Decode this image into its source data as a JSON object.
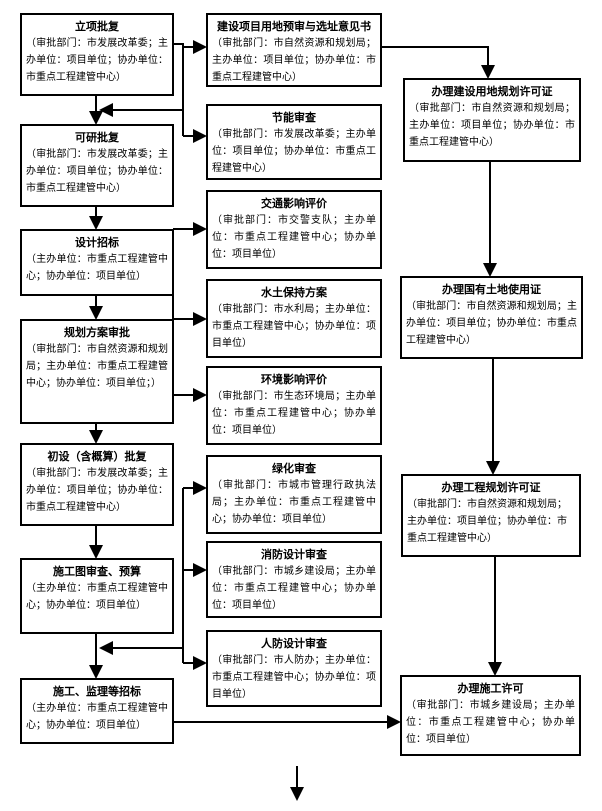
{
  "left_column": [
    {
      "id": "b1",
      "title": "立项批复",
      "desc": "（审批部门：市发展改革委；主办单位：项目单位；协办单位：市重点工程建管中心）"
    },
    {
      "id": "b2",
      "title": "可研批复",
      "desc": "（审批部门：市发展改革委；主办单位：项目单位；协办单位：市重点工程建管中心）"
    },
    {
      "id": "b3",
      "title": "设计招标",
      "desc": "（主办单位：市重点工程建管中心；协办单位：项目单位）"
    },
    {
      "id": "b4",
      "title": "规划方案审批",
      "desc": "（审批部门：市自然资源和规划局；主办单位：市重点工程建管中心；协办单位：项目单位；）"
    },
    {
      "id": "b5",
      "title": "初设（含概算）批复",
      "desc": "（审批部门：市发展改革委；主办单位：项目单位；协办单位：市重点工程建管中心）"
    },
    {
      "id": "b6",
      "title": "施工图审查、预算",
      "desc": "（主办单位：市重点工程建管中心；协办单位：项目单位）"
    },
    {
      "id": "b7",
      "title": "施工、监理等招标",
      "desc": "（主办单位：市重点工程建管中心；协办单位：项目单位）"
    }
  ],
  "middle_column": [
    {
      "id": "m1",
      "title": "建设项目用地预审与选址意见书",
      "desc": "（审批部门：市自然资源和规划局；主办单位：项目单位；协办单位：市重点工程建管中心）"
    },
    {
      "id": "m2",
      "title": "节能审查",
      "desc": "（审批部门：市发展改革委；主办单位：项目单位；协办单位：市重点工程建管中心）"
    },
    {
      "id": "m3",
      "title": "交通影响评价",
      "desc": "（审批部门：市交警支队；主办单位：市重点工程建管中心；协办单位：项目单位）"
    },
    {
      "id": "m4",
      "title": "水土保持方案",
      "desc": "（审批部门：市水利局；主办单位：市重点工程建管中心；协办单位：项目单位）"
    },
    {
      "id": "m5",
      "title": "环境影响评价",
      "desc": "（审批部门：市生态环境局；主办单位：市重点工程建管中心；协办单位：项目单位）"
    },
    {
      "id": "m6",
      "title": "绿化审查",
      "desc": "（审批部门：市城市管理行政执法局；主办单位：市重点工程建管中心；协办单位：项目单位）"
    },
    {
      "id": "m7",
      "title": "消防设计审查",
      "desc": "（审批部门：市城乡建设局；主办单位：市重点工程建管中心；协办单位：项目单位）"
    },
    {
      "id": "m8",
      "title": "人防设计审查",
      "desc": "（审批部门：市人防办；主办单位：市重点工程建管中心；协办单位：项目单位）"
    }
  ],
  "right_column": [
    {
      "id": "r1",
      "title": "办理建设用地规划许可证",
      "desc": "（审批部门：市自然资源和规划局；主办单位：项目单位；协办单位：市重点工程建管中心）"
    },
    {
      "id": "r2",
      "title": "办理国有土地使用证",
      "desc": "（审批部门：市自然资源和规划局；主办单位：项目单位；协办单位：市重点工程建管中心）"
    },
    {
      "id": "r3",
      "title": "办理工程规划许可证",
      "desc": "（审批部门：市自然资源和规划局；主办单位：项目单位；协办单位：市重点工程建管中心）"
    },
    {
      "id": "r4",
      "title": "办理施工许可",
      "desc": "（审批部门：市城乡建设局；主办单位：市重点工程建管中心；协办单位：项目单位）"
    }
  ]
}
